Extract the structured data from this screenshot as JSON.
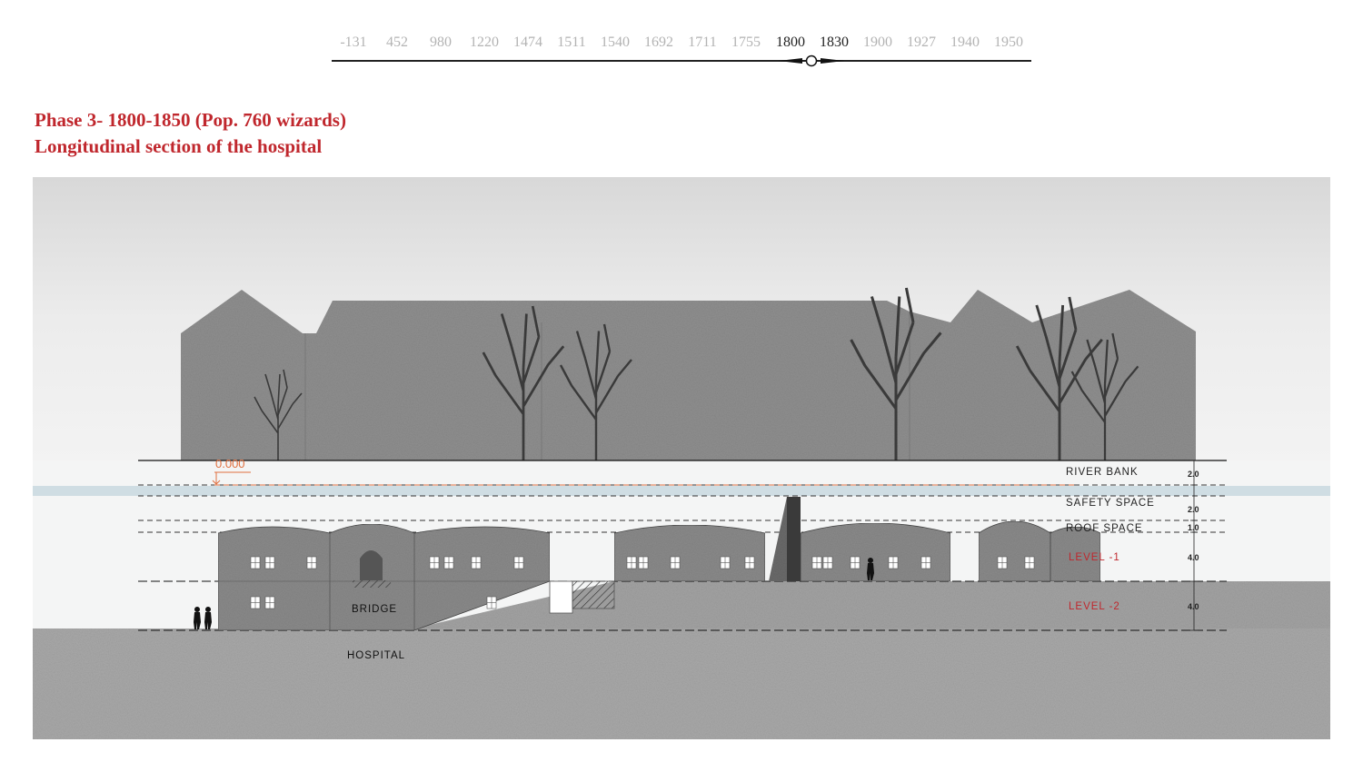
{
  "timeline": {
    "years": [
      "-131",
      "452",
      "980",
      "1220",
      "1474",
      "1511",
      "1540",
      "1692",
      "1711",
      "1755",
      "1800",
      "1830",
      "1900",
      "1927",
      "1940",
      "1950"
    ],
    "active": [
      "1800",
      "1830"
    ]
  },
  "heading": {
    "line1": "Phase 3- 1800-1850 (Pop. 760 wizards)",
    "line2": "Longitudinal section of the hospital"
  },
  "section": {
    "elevation_marker": "0.000",
    "labels": {
      "river_bank": "RIVER BANK",
      "safety_space": "SAFETY SPACE",
      "roof_space": "ROOF SPACE",
      "level_1": "LEVEL -1",
      "level_2": "LEVEL -2",
      "bridge": "BRIDGE",
      "hospital": "HOSPITAL"
    },
    "dimensions": [
      "2.0",
      "2.0",
      "1.0",
      "4.0",
      "4.0"
    ],
    "colors": {
      "accent_red": "#c0272d",
      "marker_orange": "#e07040",
      "water": "#cfdde3"
    }
  }
}
